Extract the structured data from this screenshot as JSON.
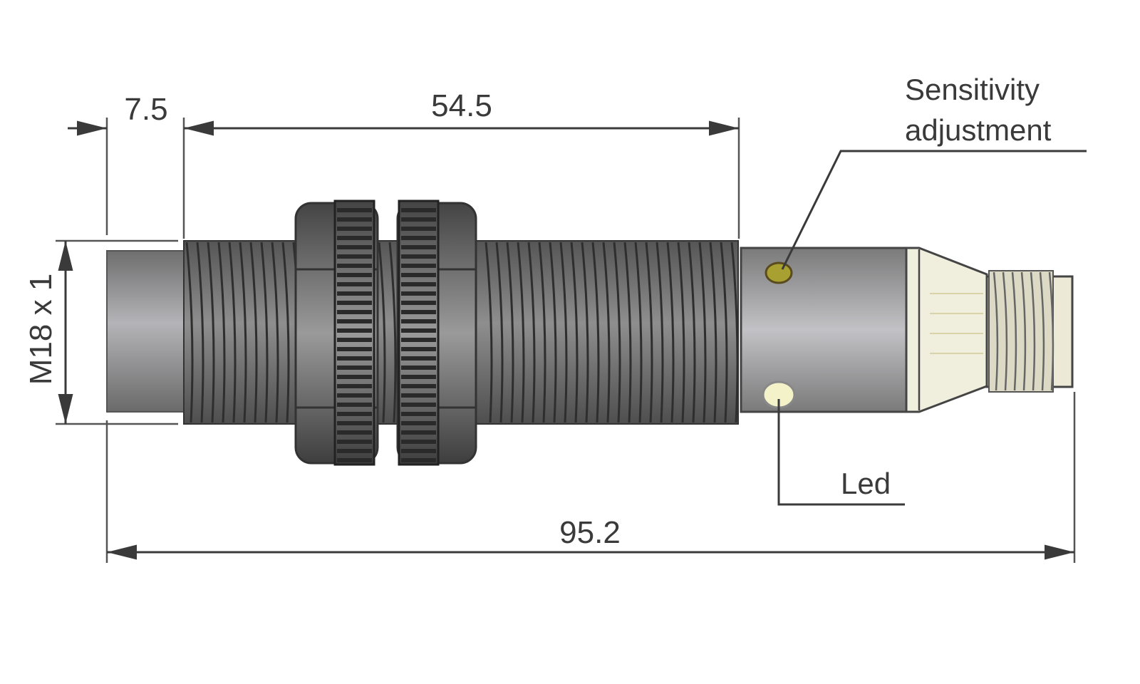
{
  "title": "M18 sensor dimensional drawing",
  "dimensions": {
    "front_length": "7.5",
    "thread_length": "54.5",
    "total_length": "95.2",
    "thread_size": "M18 x 1"
  },
  "callouts": {
    "sensitivity_line1": "Sensitivity",
    "sensitivity_line2": "adjustment",
    "led": "Led"
  },
  "colors": {
    "line": "#3a3a3a",
    "body": "#8a8a8a",
    "connector": "#f0eedc",
    "potentiometer": "#a8a030",
    "led": "#f4f2c8"
  }
}
